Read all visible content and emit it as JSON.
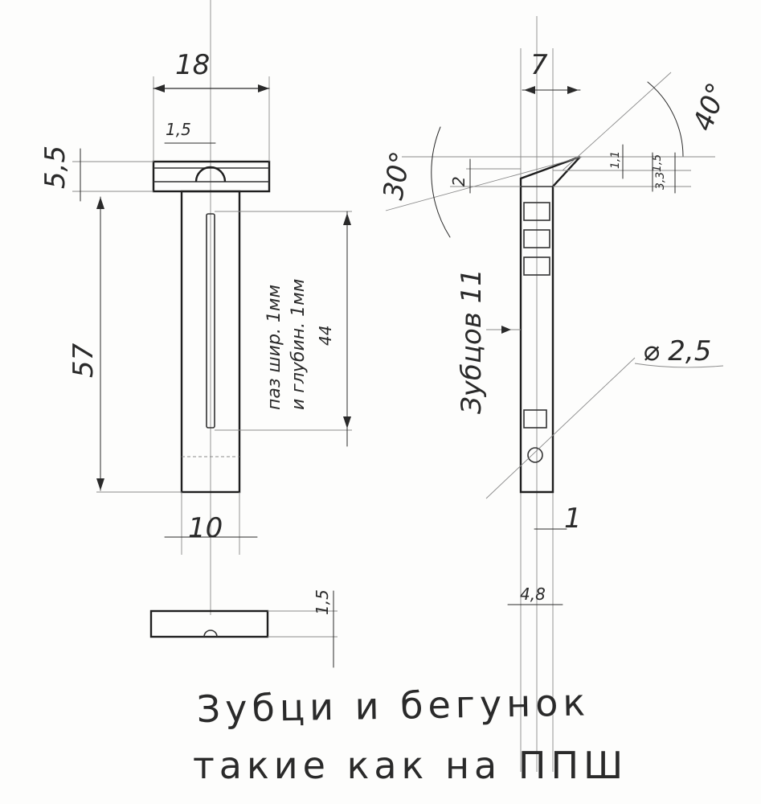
{
  "left_view": {
    "width_top": "18",
    "tooth_offset": "1,5",
    "head_height": "5,5",
    "body_length": "57",
    "slot_note_line1": "паз шир. 1мм",
    "slot_note_line2": "и глубин. 1мм",
    "slot_length": "44",
    "body_width": "10",
    "cap_depth": "1,5"
  },
  "right_view": {
    "thickness": "7",
    "angle_left": "30°",
    "angle_right": "40°",
    "tip_height": "2",
    "tip_small_a": "1,1",
    "tip_small_b": "1,5",
    "tip_small_c": "3,3",
    "teeth_note": "Зубцов 11",
    "hole_diameter": "⌀ 2,5",
    "step": "1",
    "width_bottom": "4,8"
  },
  "caption": {
    "line1": "Зубци и бегунок",
    "line2": "такие как на ППШ"
  }
}
